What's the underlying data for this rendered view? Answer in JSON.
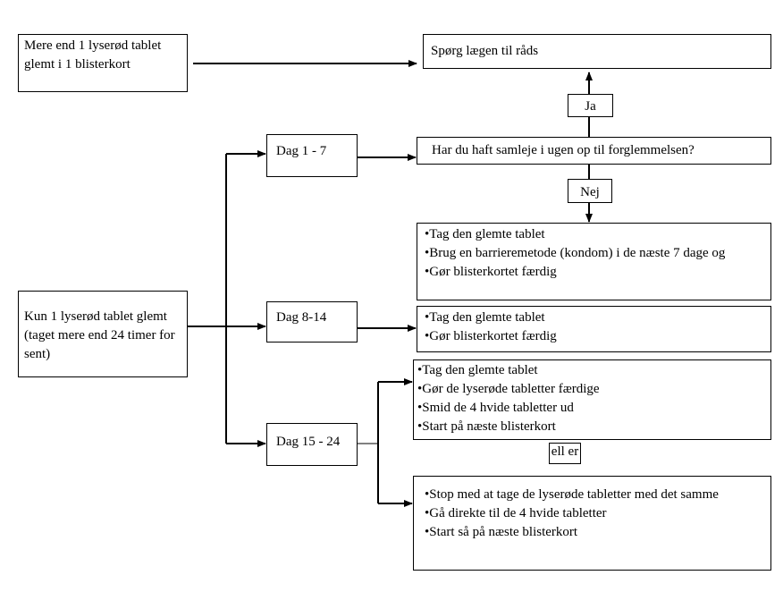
{
  "forgot_multiple": "Mere end 1 lyserød tablet glemt i 1 blisterkort",
  "ask_doctor": "Spørg lægen til råds",
  "yes_label": "Ja",
  "no_label": "Nej",
  "question": "Har du haft samleje i ugen op til forglemmelsen?",
  "forgot_one": "Kun 1 lyserød tablet glemt (taget mere end 24 timer for sent)",
  "day_1_7": "Dag 1 - 7",
  "day_8_14": "Dag 8-14",
  "day_15_24": "Dag 15 - 24",
  "or_label": "ell er",
  "advice_no": [
    "Tag den glemte tablet",
    "Brug en barrieremetode (kondom) i de næste 7 dage og",
    "Gør blisterkortet færdig"
  ],
  "advice_8_14": [
    "Tag den glemte tablet",
    "Gør blisterkortet færdig"
  ],
  "advice_15_24_a": [
    "Tag den glemte tablet",
    "Gør de lyserøde tabletter færdige",
    "Smid de 4 hvide tabletter ud",
    "Start på næste blisterkort"
  ],
  "advice_15_24_b": [
    "Stop med at tage de lyserøde tabletter med det samme",
    "Gå direkte til de 4 hvide tabletter",
    "Start så på næste blisterkort"
  ]
}
